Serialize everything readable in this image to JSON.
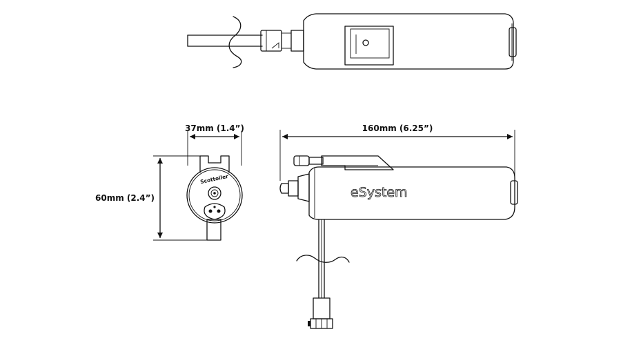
{
  "dimensions": {
    "width_front": "37mm (1.4”)",
    "height_front": "60mm (2.4”)",
    "length_side": "160mm (6.25”)"
  },
  "labels": {
    "brand_front": "Scottoiler",
    "product_logo": "eSystem"
  }
}
